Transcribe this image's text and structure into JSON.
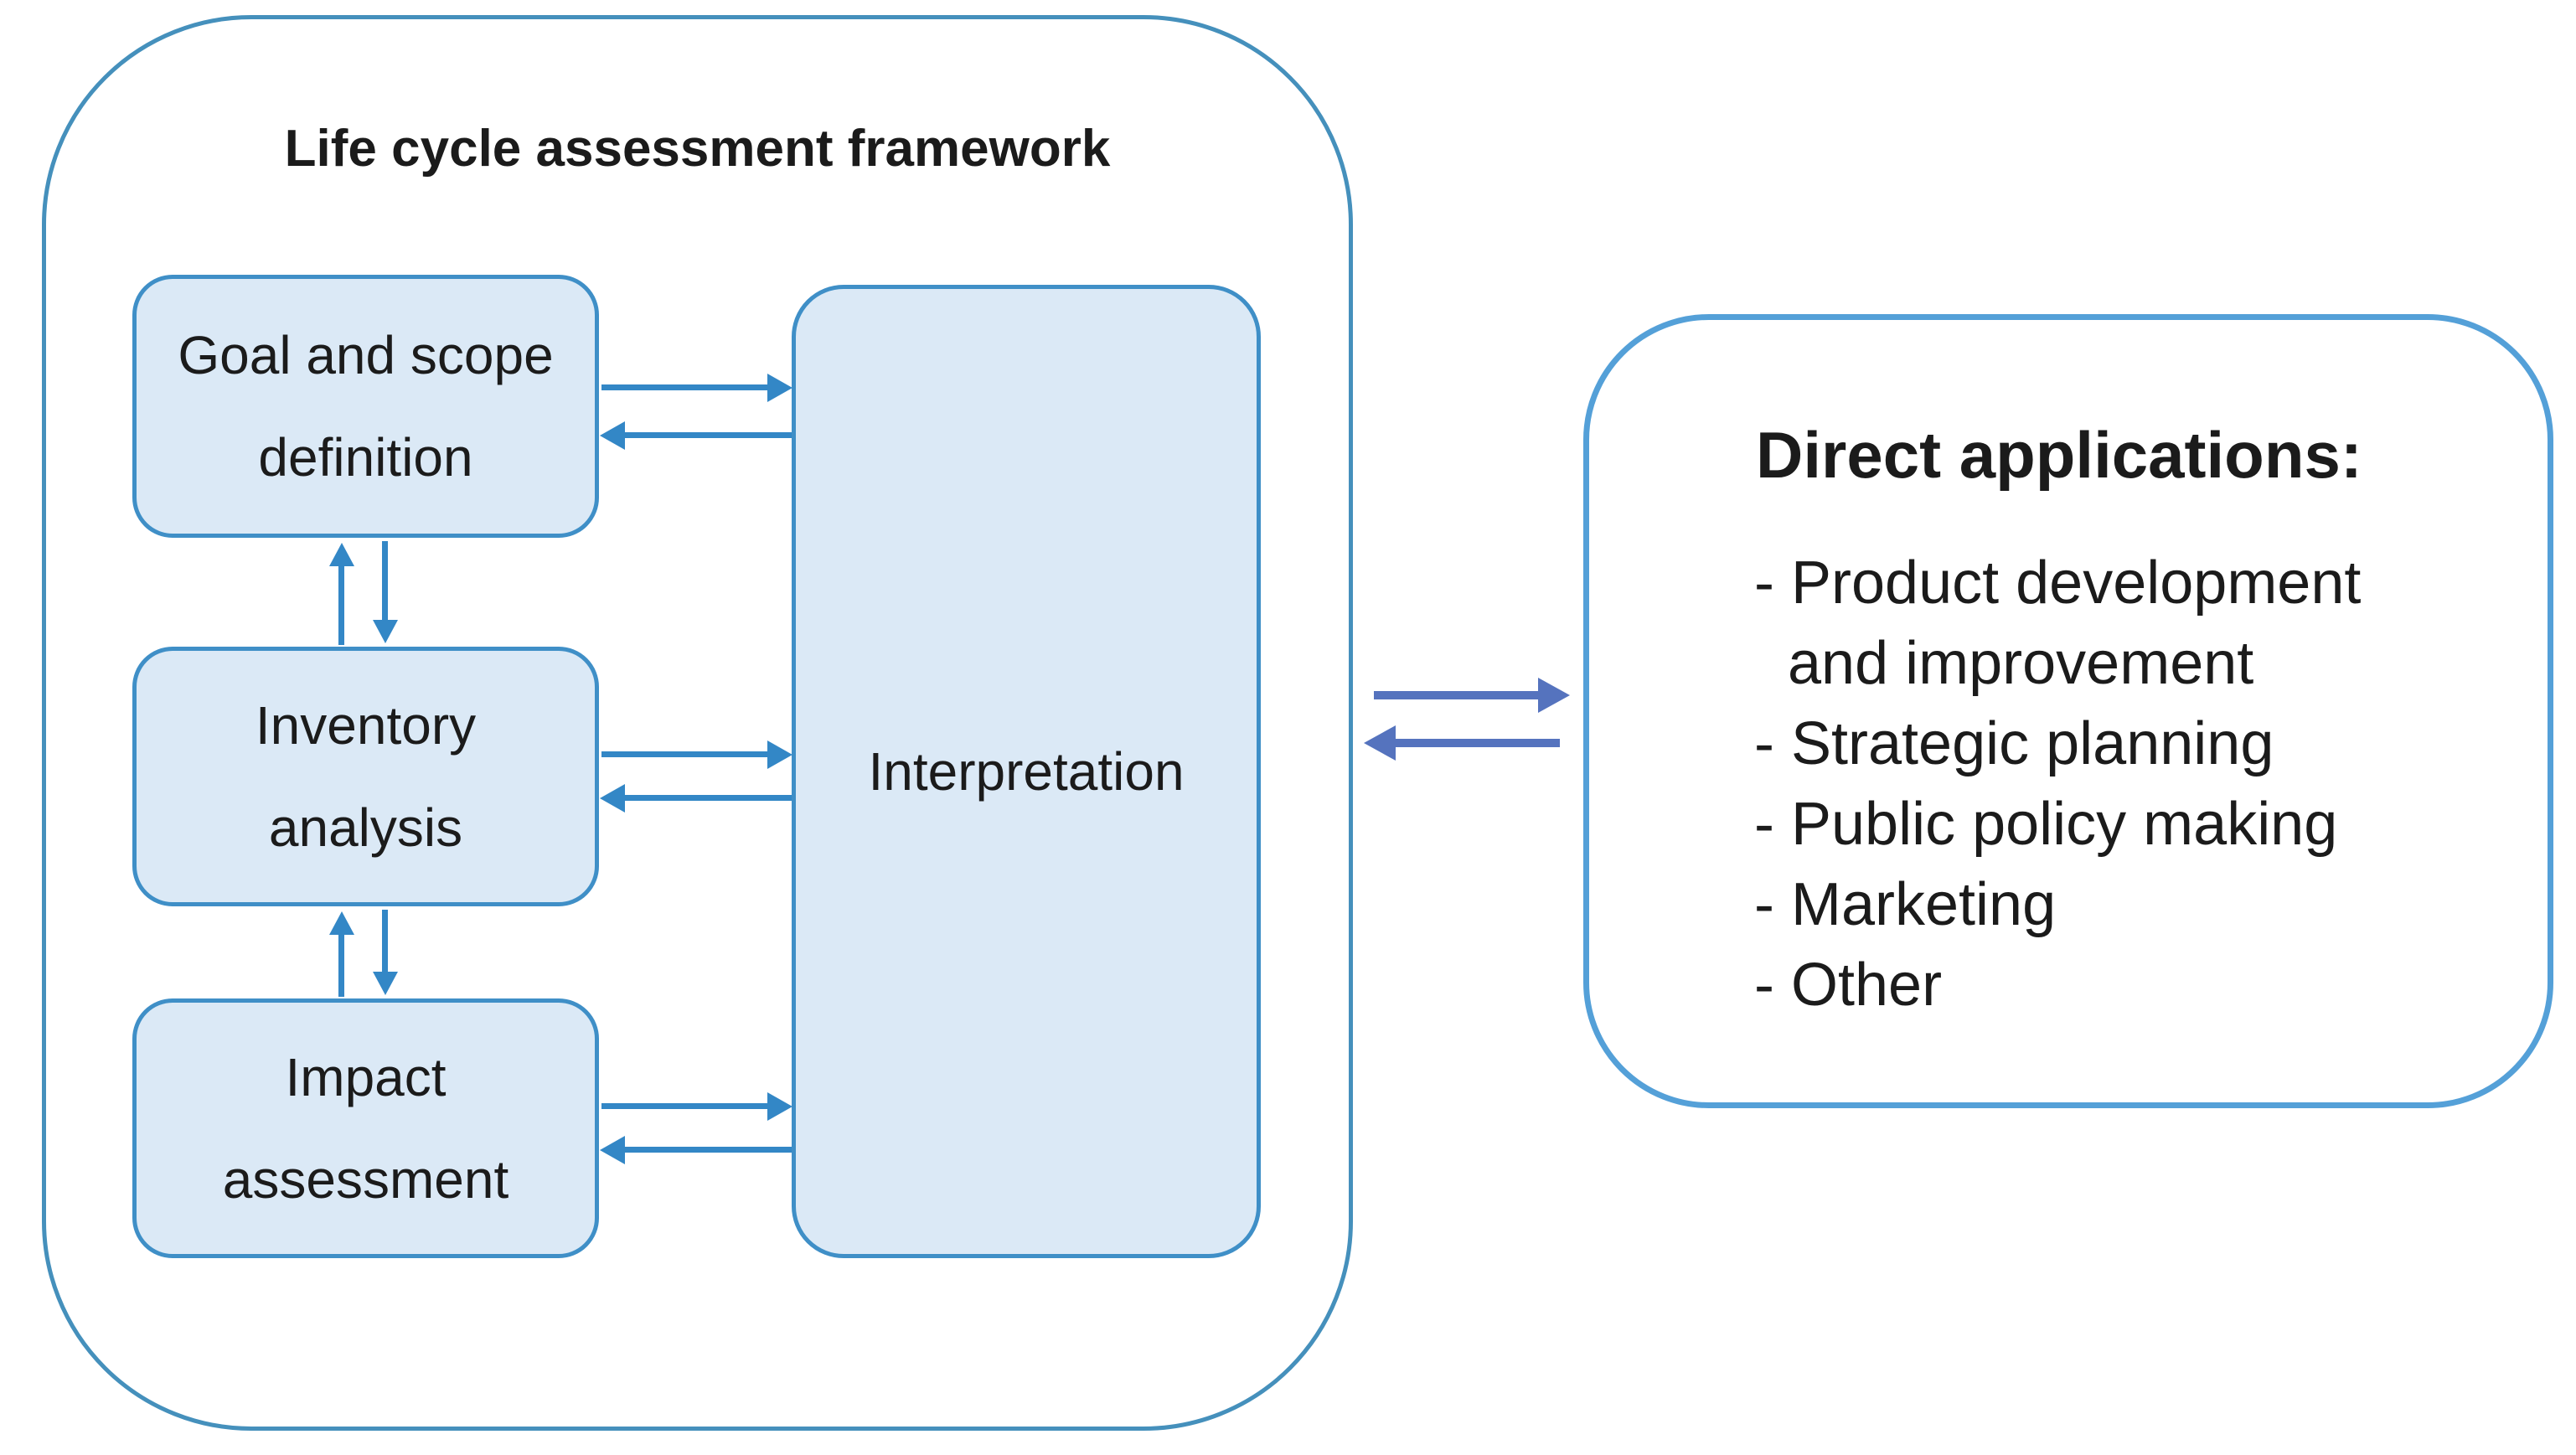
{
  "framework": {
    "title": "Life cycle assessment framework",
    "stages": [
      {
        "id": "goal-and-scope",
        "label_lines": [
          "Goal and scope",
          "definition"
        ]
      },
      {
        "id": "inventory-analysis",
        "label_lines": [
          "Inventory",
          "analysis"
        ]
      },
      {
        "id": "impact-assessment",
        "label_lines": [
          "Impact",
          "assessment"
        ]
      }
    ],
    "interpretation_label": "Interpretation"
  },
  "applications": {
    "title": "Direct applications:",
    "items": [
      "- Product development",
      "and improvement",
      "- Strategic planning",
      "- Public policy making",
      "- Marketing",
      "- Other"
    ]
  },
  "colors": {
    "bg": "#ffffff",
    "text": "#1b1b1b",
    "frame-border": "#4590bc",
    "box-border": "#3f8fc7",
    "box-fill": "#dbe9f6",
    "arrow": "#3387c6",
    "ext-arrow": "#5573be",
    "apps-border": "#54a0d8"
  }
}
